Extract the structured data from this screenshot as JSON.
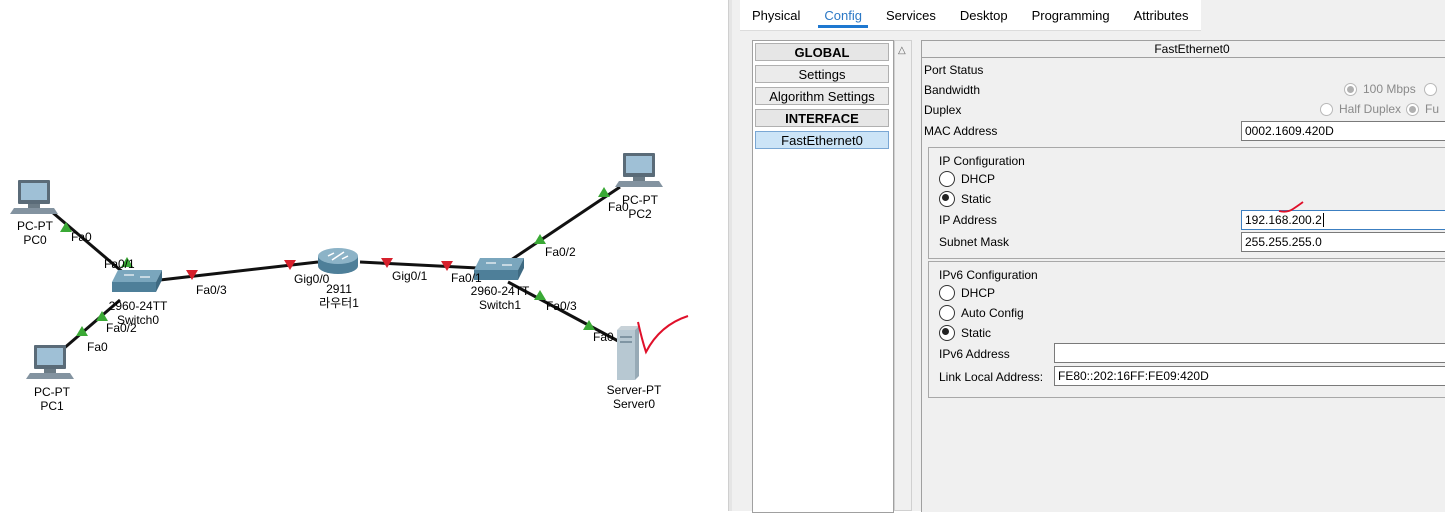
{
  "topology": {
    "devices": {
      "pc0": {
        "model": "PC-PT",
        "name": "PC0"
      },
      "pc1": {
        "model": "PC-PT",
        "name": "PC1"
      },
      "pc2": {
        "model": "PC-PT",
        "name": "PC2"
      },
      "switch0": {
        "model": "2960-24TT",
        "name": "Switch0"
      },
      "switch1": {
        "model": "2960-24TT",
        "name": "Switch1"
      },
      "router": {
        "model": "2911",
        "name": "라우터1"
      },
      "server0": {
        "model": "Server-PT",
        "name": "Server0"
      }
    },
    "ports": {
      "pc0_fa0": "Fa0",
      "sw0_fa01": "Fa0/1",
      "sw0_fa02": "Fa0/2",
      "pc1_fa0": "Fa0",
      "sw0_fa03": "Fa0/3",
      "r_gig00": "Gig0/0",
      "r_gig01": "Gig0/1",
      "sw1_fa01": "Fa0/1",
      "sw1_fa02": "Fa0/2",
      "pc2_fa0": "Fa0",
      "sw1_fa03": "Fa0/3",
      "srv_fa0": "Fa0"
    },
    "link_color": "#111111",
    "link_up_color": "#3aa935",
    "link_down_color": "#d6202c"
  },
  "config": {
    "tabs": [
      "Physical",
      "Config",
      "Services",
      "Desktop",
      "Programming",
      "Attributes"
    ],
    "active_tab": "Config",
    "side_list": {
      "global_header": "GLOBAL",
      "settings": "Settings",
      "algorithm_settings": "Algorithm Settings",
      "interface_header": "INTERFACE",
      "fastethernet0": "FastEthernet0"
    },
    "interface": {
      "title": "FastEthernet0",
      "port_status_label": "Port Status",
      "bandwidth_label": "Bandwidth",
      "bandwidth_option": "100 Mbps",
      "duplex_label": "Duplex",
      "half_duplex": "Half Duplex",
      "full_duplex_partial": "Fu",
      "mac_label": "MAC Address",
      "mac_value": "0002.1609.420D",
      "ip_config": {
        "title": "IP Configuration",
        "dhcp": "DHCP",
        "static": "Static",
        "selected": "Static",
        "ip_label": "IP Address",
        "ip_value": "192.168.200.2",
        "mask_label": "Subnet Mask",
        "mask_value": "255.255.255.0"
      },
      "ipv6_config": {
        "title": "IPv6 Configuration",
        "dhcp": "DHCP",
        "auto": "Auto Config",
        "static": "Static",
        "selected": "Static",
        "ipv6_label": "IPv6 Address",
        "ipv6_value": "",
        "lla_label": "Link Local Address:",
        "lla_value": "FE80::202:16FF:FE09:420D"
      }
    }
  },
  "annotation_color": "#e0102a"
}
